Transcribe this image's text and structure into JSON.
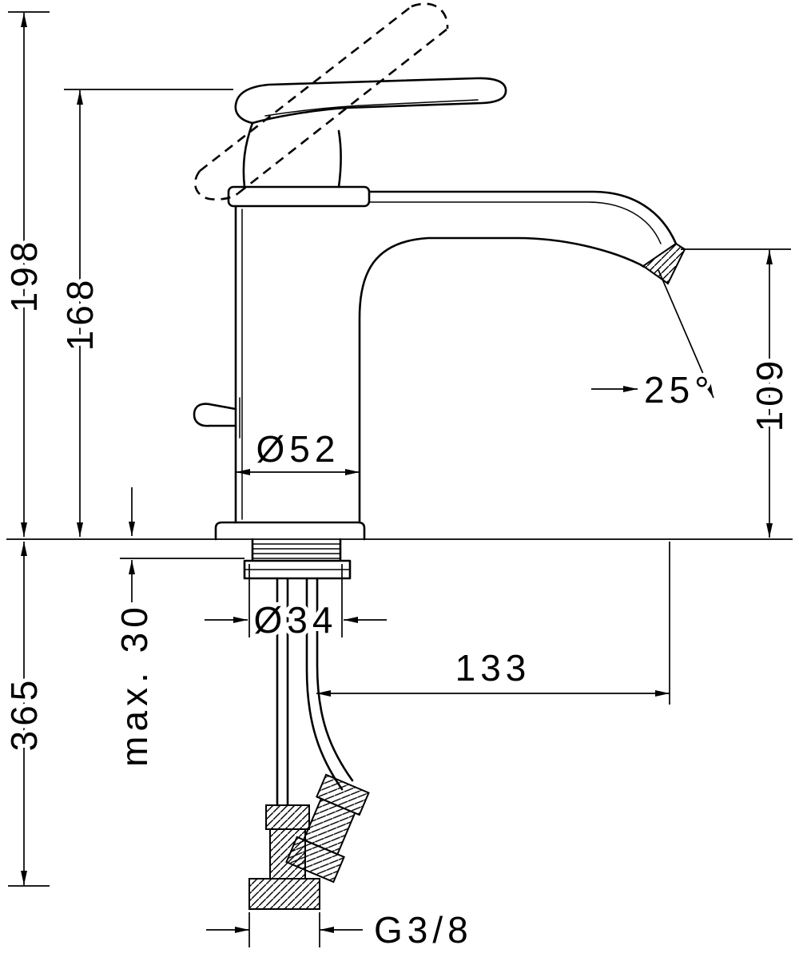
{
  "page": {
    "background": "#ffffff",
    "line_color": "#000000"
  },
  "drawing": {
    "type": "technical-dimension-drawing",
    "subject": "single-lever basin mixer faucet, side elevation with mounting hoses",
    "labels": {
      "total_height": "198",
      "body_height": "168",
      "spout_height": "109",
      "hose_length": "365",
      "mounting_thickness": "max. 30",
      "base_diameter": "Ø52",
      "hole_diameter": "Ø34",
      "spout_reach": "133",
      "spray_angle": "25°",
      "thread": "G3/8"
    }
  }
}
